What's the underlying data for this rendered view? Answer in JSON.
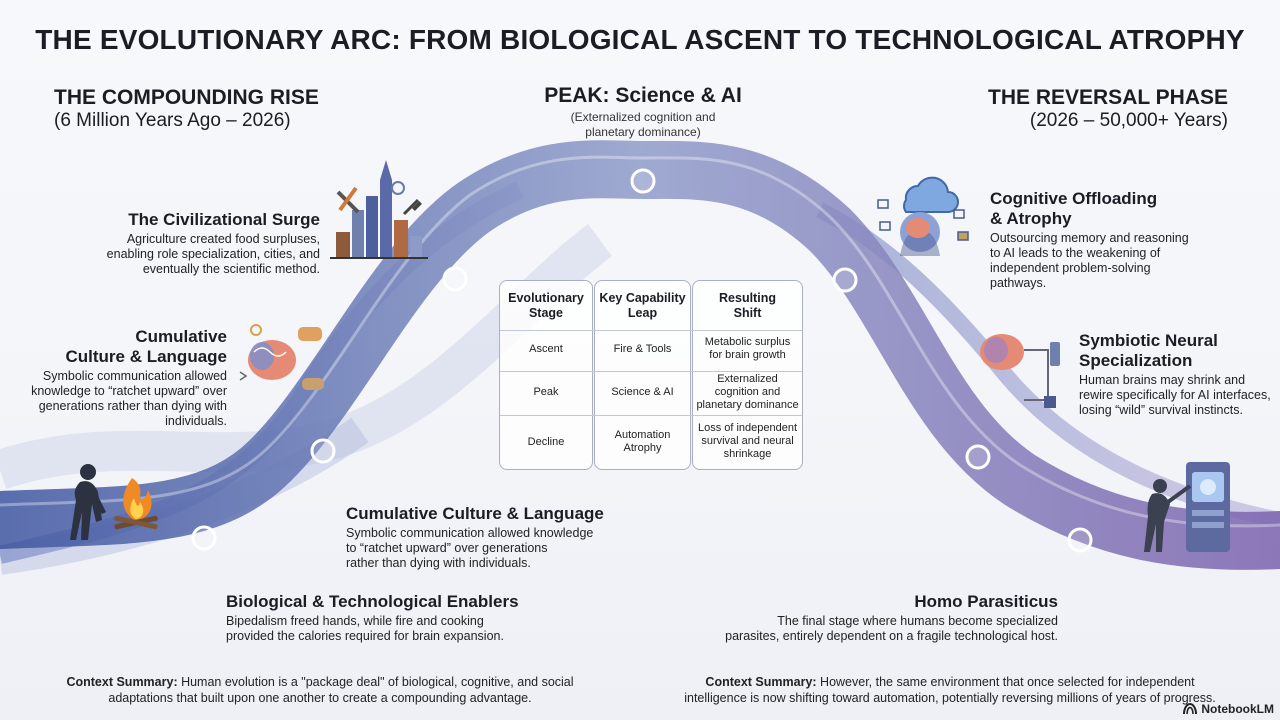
{
  "title": "THE EVOLUTIONARY ARC: FROM BIOLOGICAL ASCENT TO TECHNOLOGICAL ATROPHY",
  "left_header": {
    "title": "THE COMPOUNDING RISE",
    "subtitle": "(6 Million Years Ago – 2026)"
  },
  "peak": {
    "title": "PEAK: Science & AI",
    "subtitle_line1": "(Externalized cognition and",
    "subtitle_line2": "planetary dominance)"
  },
  "right_header": {
    "title": "THE REVERSAL PHASE",
    "subtitle": "(2026 – 50,000+ Years)"
  },
  "sections": {
    "civilizational": {
      "title": "The Civilizational Surge",
      "l1": "Agriculture created food surpluses,",
      "l2": "enabling role specialization, cities, and",
      "l3": "eventually the scientific method."
    },
    "cumulative_left": {
      "t1": "Cumulative",
      "t2": "Culture & Language",
      "l1": "Symbolic communication allowed",
      "l2": "knowledge to “ratchet upward” over",
      "l3": "generations rather than dying with",
      "l4": "individuals."
    },
    "cumulative_center": {
      "title": "Cumulative Culture & Language",
      "l1": "Symbolic communication allowed knowledge",
      "l2": "to “ratchet upward” over generations",
      "l3": "rather than dying with individuals."
    },
    "enablers": {
      "title": "Biological & Technological Enablers",
      "l1": "Bipedalism freed hands, while fire and cooking",
      "l2": "provided the calories required for brain expansion."
    },
    "offloading": {
      "t1": "Cognitive Offloading",
      "t2": "& Atrophy",
      "l1": "Outsourcing memory and reasoning",
      "l2": "to AI leads to the weakening of",
      "l3": "independent problem-solving",
      "l4": "pathways."
    },
    "symbiotic": {
      "t1": "Symbiotic Neural",
      "t2": "Specialization",
      "l1": "Human brains may shrink and",
      "l2": "rewire specifically for AI interfaces,",
      "l3": "losing “wild” survival instincts."
    },
    "parasiticus": {
      "title": "Homo Parasiticus",
      "l1": "The final stage where humans become specialized",
      "l2": "parasites, entirely dependent on a fragile technological host."
    }
  },
  "table": {
    "headers": [
      [
        "Evolutionary",
        "Stage"
      ],
      [
        "Key Capability",
        "Leap"
      ],
      [
        "Resulting",
        "Shift"
      ]
    ],
    "rows": [
      {
        "stage": "Ascent",
        "leap": "Fire & Tools",
        "shift": [
          "Metabolic surplus",
          "for brain growth"
        ]
      },
      {
        "stage": "Peak",
        "leap": "Science & AI",
        "shift": [
          "Externalized",
          "cognition and",
          "planetary dominance"
        ]
      },
      {
        "stage": "Decline",
        "leap": [
          "Automation",
          "Atrophy"
        ],
        "shift": [
          "Loss of independent",
          "survival and neural",
          "shrinkage"
        ]
      }
    ]
  },
  "context": {
    "left_label": "Context Summary:",
    "left_l1": " Human evolution is a \"package deal\" of biological, cognitive, and social",
    "left_l2": "adaptations that built upon one another to create a compounding advantage.",
    "right_label": "Context Summary:",
    "right_l1": " However, the same environment that once selected for independent",
    "right_l2": "intelligence is now shifting toward automation, potentially reversing millions of years of progress."
  },
  "logo_text": "NotebookLM",
  "colors": {
    "arc_left": "#4a5fa8",
    "arc_right": "#7c6cb0",
    "accent": "#5b6bb4"
  },
  "icons": [
    "ape-figure-icon",
    "campfire-icon",
    "city-tools-icon",
    "brain-ideas-icon",
    "cloud-brain-icon",
    "brain-interface-icon",
    "human-machine-icon"
  ]
}
